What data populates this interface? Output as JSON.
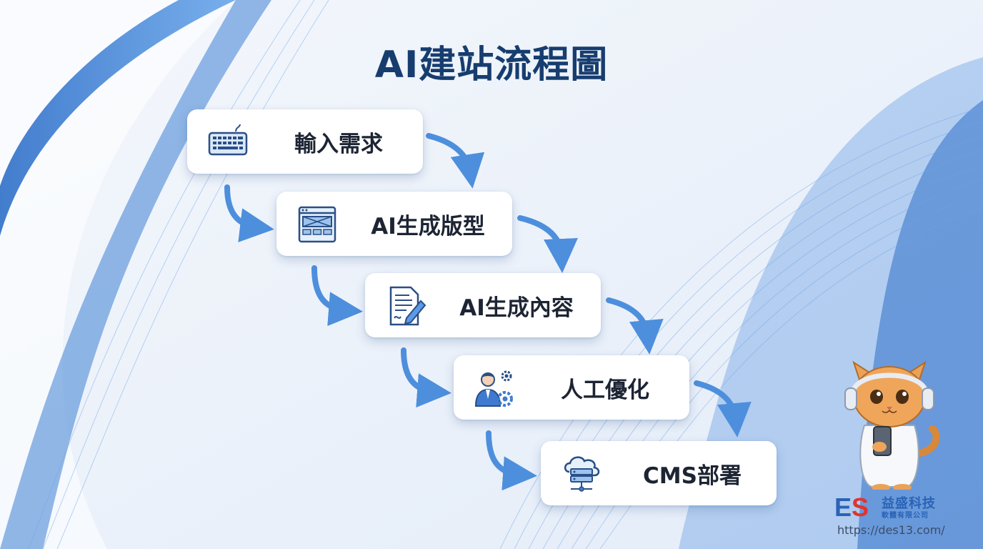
{
  "title": "AI建站流程圖",
  "steps": [
    {
      "label": "輸入需求",
      "icon": "keyboard-icon"
    },
    {
      "label": "AI生成版型",
      "icon": "layout-wireframe-icon"
    },
    {
      "label": "AI生成內容",
      "icon": "document-pen-icon"
    },
    {
      "label": "人工優化",
      "icon": "person-gears-icon"
    },
    {
      "label": "CMS部署",
      "icon": "cloud-server-icon"
    }
  ],
  "branding": {
    "logo_mark": "ES",
    "company_name": "益盛科技",
    "company_sub": "軟體有限公司",
    "url": "https://des13.com/"
  },
  "colors": {
    "title": "#173d6f",
    "arrow": "#4d8fdc",
    "accent_blue": "#2a63b6",
    "accent_red": "#e0342f"
  }
}
